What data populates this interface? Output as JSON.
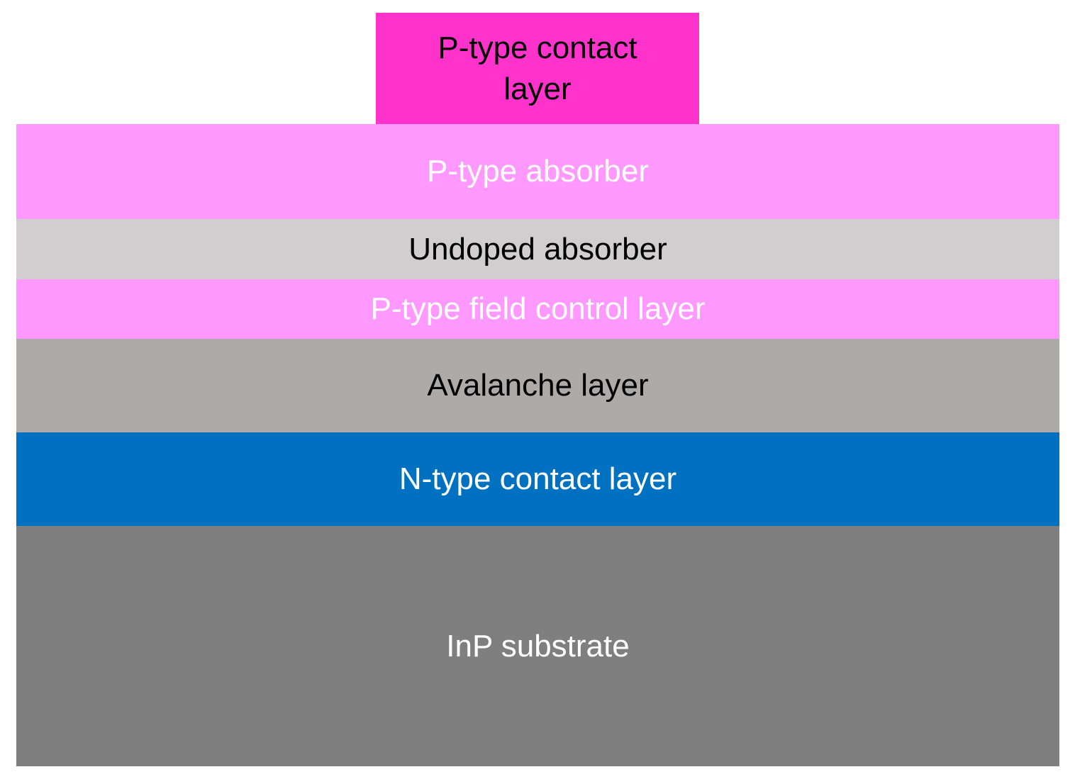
{
  "layers": [
    {
      "id": "l-contact-p",
      "label": "P-type contact layer",
      "color": "#ff33cc",
      "text_color": "#000000"
    },
    {
      "id": "l-absorber-p",
      "label": "P-type absorber",
      "color": "#ff99ff",
      "text_color": "#ffffff"
    },
    {
      "id": "l-undoped",
      "label": "Undoped absorber",
      "color": "#d0cece",
      "text_color": "#000000"
    },
    {
      "id": "l-field",
      "label": "P-type field control layer",
      "color": "#ff99ff",
      "text_color": "#ffffff"
    },
    {
      "id": "l-avalanche",
      "label": "Avalanche layer",
      "color": "#aeaaaa",
      "text_color": "#000000"
    },
    {
      "id": "l-contact-n",
      "label": "N-type contact layer",
      "color": "#0070c0",
      "text_color": "#ffffff"
    },
    {
      "id": "l-substrate",
      "label": "InP substrate",
      "color": "#7f7f7f",
      "text_color": "#ffffff"
    }
  ]
}
